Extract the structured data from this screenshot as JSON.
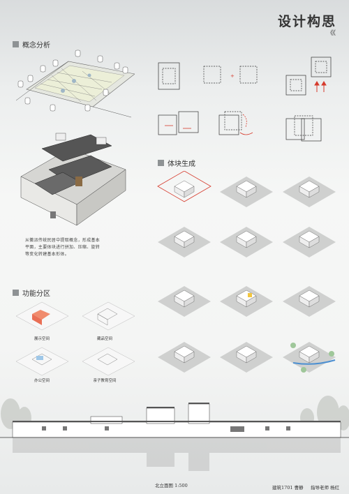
{
  "header": {
    "title": "设计构思",
    "chevrons": "《《"
  },
  "sections": {
    "concept": "概念分析",
    "massing": "体块生成",
    "function": "功能分区"
  },
  "concept_text": "从徽派传统民居中提取概念，形成基本平面，主要体块进行拼加、压缩、旋转等变化转建基本形体。",
  "function_labels": [
    "展示空间",
    "藏品空间",
    "办公空间",
    "亲子教育空间"
  ],
  "elevation_label": "北立面图 1:500",
  "credits": {
    "class_name": "建筑1701 曹静",
    "advisor": "指导老师 杨红"
  },
  "colors": {
    "accent_red": "#d63a2c",
    "section_square": "#8e9294",
    "highlight_blue": "#4b8fd1",
    "highlight_yellow": "#f2c640"
  }
}
